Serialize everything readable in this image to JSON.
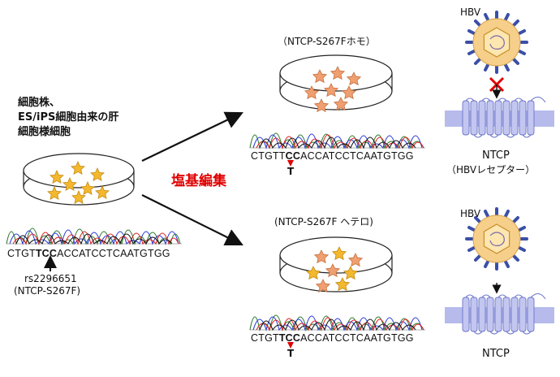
{
  "left": {
    "caption_line1": "細胞株、",
    "caption_line2": "ES/iPS細胞由来の肝",
    "caption_line3": "細胞様細胞",
    "seq_pre": "CTGT",
    "seq_mid": "TCC",
    "seq_post": "ACCATCCTCAATGTGG",
    "snp_id": "rs2296651",
    "snp_label": "(NTCP-S267F)"
  },
  "editing_label": "塩基編集",
  "top": {
    "title": "（NTCP-S267Fホモ）",
    "seq_pre": "CTGTT",
    "seq_mid": "CC",
    "seq_post": "ACCATCCTCAATGTGG",
    "mutation": "T"
  },
  "bottom": {
    "title": "(NTCP-S267F ヘテロ)",
    "seq_pre": "CTGT",
    "seq_mid": "TCC",
    "seq_post": "ACCATCCTCAATGTGG",
    "mutation": "T"
  },
  "right_top": {
    "virus_label": "HBV",
    "receptor_label": "NTCP",
    "receptor_sub": "（HBVレセプター）"
  },
  "right_bottom": {
    "virus_label": "HBV",
    "receptor_label": "NTCP"
  },
  "colors": {
    "red": "#e00000",
    "star": "#f3b82e",
    "cell_orange": "#f0a070",
    "virus_blue": "#3a4fa8",
    "membrane": "#9fa6e0",
    "helix": "#8790d8"
  }
}
